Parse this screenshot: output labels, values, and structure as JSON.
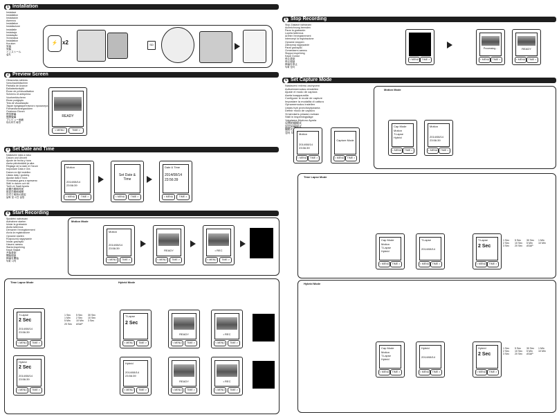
{
  "sections": {
    "installation": {
      "num": "1",
      "title": "Installation"
    },
    "preview": {
      "num": "2",
      "title": "Preview Screen"
    },
    "setdate": {
      "num": "3",
      "title": "Set Date and Time"
    },
    "startrec": {
      "num": "4",
      "title": "Start Recording"
    },
    "stoprec": {
      "num": "5",
      "title": "Stop Recording"
    },
    "setcapture": {
      "num": "6",
      "title": "Set Capture Mode"
    }
  },
  "install_langs": [
    "Instalace",
    "Installation",
    "Instalación",
    "Asennus",
    "Installation",
    "Installazione",
    "Installatie",
    "Instalacja",
    "Instalação",
    "Установка",
    "Installation",
    "Kurulum",
    "安装",
    "安裝",
    "インストール",
    "설치"
  ],
  "preview_langs": [
    "Obrazovka náhledu",
    "Vorschaubildschirm",
    "Pantalla de Avance",
    "Esikatselunäyttö",
    "Écran de prévisualisation",
    "Schermo di anteprima",
    "Voorbeeldscherm",
    "Ekran podglądu",
    "Tela de visualização",
    "Экран предварительного просмотра",
    "Förhandsvisningsskärm",
    "Önizleme Ekranı",
    "预览屏幕",
    "預覽螢幕",
    "プレビュー画面",
    "미리보기 화면"
  ],
  "setdate_langs": [
    "Nastavení data a času",
    "Datum und Uhrzeit",
    "Ajuste de fecha y hora",
    "Aseta päivämäärä ja aika",
    "Réglage de la date et l'heure",
    "Impostare Data e Ora",
    "Datum en tijd instellen",
    "Ustaw datę i godzinę",
    "Ajustar data e hora",
    "Установка даты и времени",
    "Ställ in datum och tid",
    "Tarih ve Saati Ayarla",
    "设置日期和时间",
    "設定日期和時間",
    "日付と時刻の設定",
    "날짜 및 시간 설정"
  ],
  "startrec_langs": [
    "Spuštění nahrávání",
    "Aufnahme starten",
    "Iniciar la grabación",
    "Aloita tallennus",
    "Démarrer l'enregistrement",
    "Avvia la registrazione",
    "Opname starten",
    "Rozpocznij nagrywanie",
    "Iniciar gravação",
    "Начать запись",
    "Starta inspelning",
    "Kaydı Başlat",
    "开始录制",
    "開始錄製",
    "録画を開始",
    "녹화 시작"
  ],
  "stoprec_langs": [
    "Stop Zastavit nahrávání",
    "Aufzeichnung beenden",
    "Parar la grabación",
    "Lopeta tallennus",
    "Arrêter l'enregistrement",
    "Interrompi la registrazione",
    "Opname stoppen",
    "Zatrzymaj nagrywanie",
    "Parar gravação",
    "Остановить запись",
    "Stoppa inspelning",
    "Kaydı Durdur",
    "停止录制",
    "停止錄製",
    "録画を停止",
    "녹화 정지"
  ],
  "capture_langs": [
    "Nastavení režimu zachycení",
    "Aufnahmemodus einstellen",
    "Ajuste el modo de captura",
    "Aseta kaappaustila",
    "Configurer le mode de capture",
    "Impostare la modalità di cattura",
    "Opnamemodus instellen",
    "Ustaw tryb przechwytywania",
    "Definir modo de captura",
    "Установить режим съемки",
    "Ställ in inspelningsläge",
    "Yakalama Modunu Ayarla",
    "设置拍摄模式",
    "設定拍攝模式",
    "撮影モードの設定",
    "캡처 모드 설정"
  ],
  "install": {
    "batt": "x2",
    "sd": "SD"
  },
  "screens": {
    "ready": "READY",
    "menu": "< MENU",
    "time": "TIME >",
    "motion": "Motion",
    "date": "2014/08/14",
    "clock": "23:56:39",
    "setdate": "Set Date & Time",
    "datetime": "Date & Time",
    "rec": "• REC",
    "timelapse": "T.Lapse",
    "hybrid": "Hybrid",
    "twosec": "2 Sec",
    "capmode": "Cap Mode",
    "capture": "Capture Mode",
    "processing": "Processing..."
  },
  "subheads": {
    "motion": "Motion Mode",
    "tl": "Time Lapse Mode",
    "hybrid": "Hybrid Mode"
  },
  "interval": [
    "1 Sec",
    "5 Sec",
    "30 Sec",
    "1 Min",
    "2 Sec",
    "10 Sec",
    "5 Min",
    "10 Min",
    "3 Sec",
    "20 Sec",
    "ASAP"
  ]
}
